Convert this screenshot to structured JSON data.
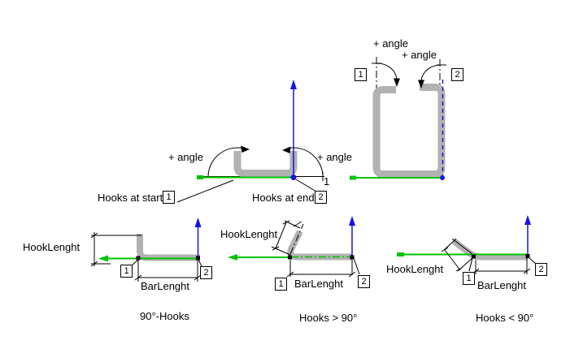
{
  "colors": {
    "bar": "#b2b2b2",
    "axis_x": "#00c300",
    "axis_z": "#1414e6",
    "line": "#000000"
  },
  "overview": {
    "angle_start": "+ angle",
    "angle_end": "+ angle",
    "axis_number": "1",
    "start_label": "Hooks at start",
    "start_number": "1",
    "end_label": "Hooks at end",
    "end_number": "2"
  },
  "tall": {
    "angle_start": "+ angle",
    "angle_end": "+ angle",
    "start_number": "1",
    "end_number": "2"
  },
  "hook90": {
    "hook_length": "HookLenght",
    "bar_length": "BarLenght",
    "start_number": "1",
    "end_number": "2",
    "caption": "90°-Hooks"
  },
  "hookGt90": {
    "hook_length": "HookLenght",
    "bar_length": "BarLenght",
    "start_number": "1",
    "end_number": "2",
    "caption": "Hooks > 90°"
  },
  "hookLt90": {
    "hook_length": "HookLenght",
    "bar_length": "BarLenght",
    "start_number": "1",
    "end_number": "2",
    "caption": "Hooks < 90°"
  }
}
